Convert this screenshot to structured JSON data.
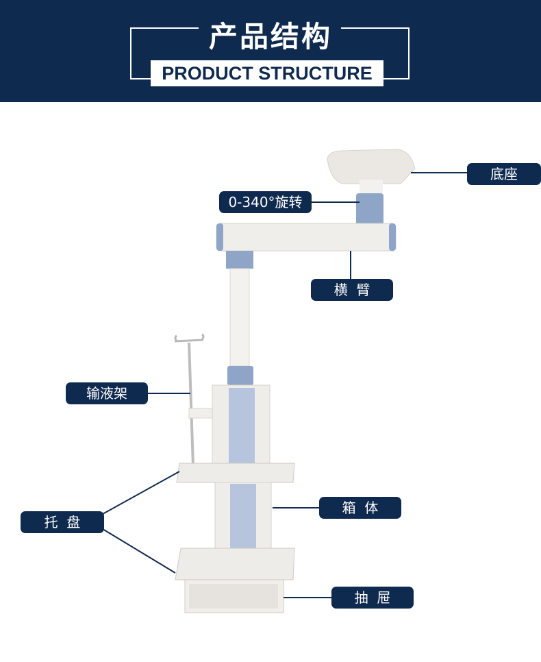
{
  "header": {
    "title_cn": "产品结构",
    "title_en": "PRODUCT STRUCTURE"
  },
  "labels": {
    "base": "底座",
    "rotation": "0-340°旋转",
    "arm": "横  臂",
    "iv_pole": "输液架",
    "box": "箱  体",
    "tray": "托  盘",
    "drawer": "抽  屉"
  },
  "colors": {
    "header_bg": "#0f2a4f",
    "label_bg": "#0f2a4f",
    "device_body": "#eceae6",
    "device_accent": "#8fa5c8"
  }
}
